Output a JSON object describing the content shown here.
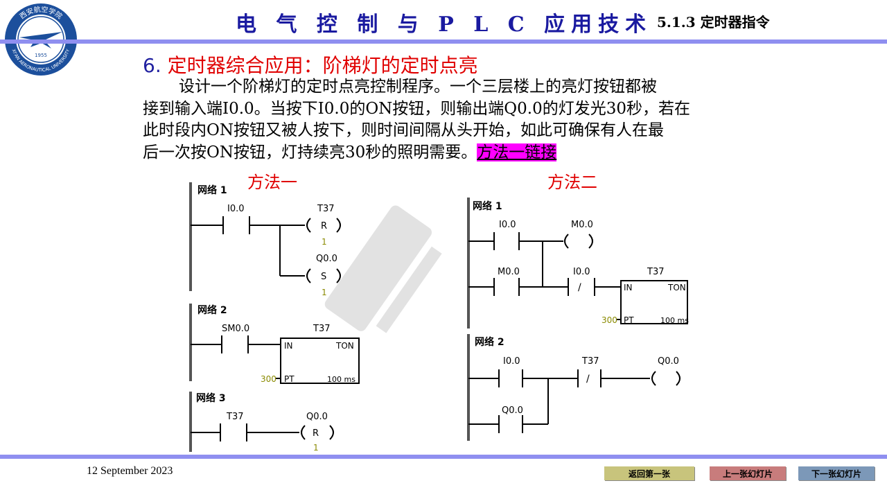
{
  "header": {
    "title": "电 气 控 制 与 P L C 应用技术",
    "subtitle": "5.1.3 定时器指令"
  },
  "logo": {
    "text_top": "西安航空学院",
    "text_bottom": "XI'AN AERONAUTICAL UNIVERSITY",
    "year": "1955"
  },
  "section": {
    "number": "6.",
    "title": "定时器综合应用：阶梯灯的定时点亮"
  },
  "paragraph": {
    "lines": [
      "设计一个阶梯灯的定时点亮控制程序。一个三层楼上的亮灯按钮都被",
      "接到输入端I0.0。当按下I0.0的ON按钮，则输出端Q0.0的灯发光30秒，若在",
      "此时段内ON按钮又被人按下，则时间间隔从头开始，如此可确保有人在最",
      "后一次按ON按钮，灯持续亮30秒的照明需要。"
    ],
    "link_text": "方法一链接"
  },
  "method1": {
    "label": "方法一",
    "networks": [
      {
        "title": "网络 1",
        "contact": "I0.0",
        "coil1_addr": "T37",
        "coil1_type": "R",
        "coil1_n": "1",
        "coil2_addr": "Q0.0",
        "coil2_type": "S",
        "coil2_n": "1"
      },
      {
        "title": "网络 2",
        "contact": "SM0.0",
        "timer": "T37",
        "in": "IN",
        "ton": "TON",
        "preset": "300",
        "pt": "PT",
        "base": "100 ms"
      },
      {
        "title": "网络 3",
        "contact": "T37",
        "coil_addr": "Q0.0",
        "coil_type": "R",
        "coil_n": "1"
      }
    ]
  },
  "method2": {
    "label": "方法二",
    "networks": [
      {
        "title": "网络 1",
        "c1": "I0.0",
        "c2": "M0.0",
        "c3": "I0.0",
        "c3_mark": "/",
        "coil": "M0.0",
        "timer": "T37",
        "in": "IN",
        "ton": "TON",
        "preset": "300",
        "pt": "PT",
        "base": "100 ms"
      },
      {
        "title": "网络 2",
        "c1": "I0.0",
        "c2": "T37",
        "c2_mark": "/",
        "c3": "Q0.0",
        "coil": "Q0.0"
      }
    ]
  },
  "footer": {
    "date": "12 September 2023",
    "buttons": {
      "first": "返回第一张",
      "prev": "上一张幻灯片",
      "next": "下一张幻灯片"
    }
  },
  "colors": {
    "accent_bar": "#8f8ff0",
    "title": "#1a1aa0",
    "heading_red": "#e00000",
    "link_bg": "#ff00ff"
  }
}
